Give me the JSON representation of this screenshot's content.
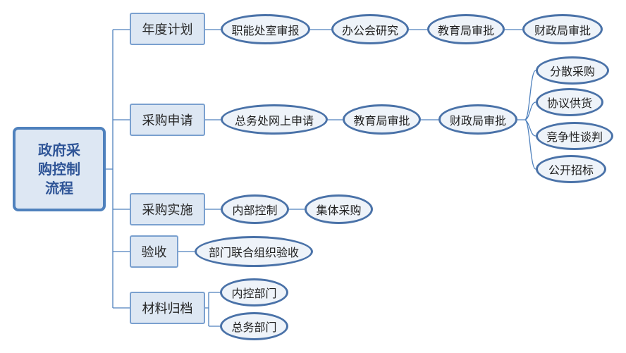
{
  "root": {
    "label": "政府采购控制流程"
  },
  "stages": {
    "annual_plan": {
      "label": "年度计划",
      "steps": [
        "职能处室审报",
        "办公会研究",
        "教育局审批",
        "财政局审批"
      ]
    },
    "application": {
      "label": "采购申请",
      "steps": [
        "总务处网上申请",
        "教育局审批",
        "财政局审批"
      ],
      "methods": [
        "分散采购",
        "协议供货",
        "竞争性谈判",
        "公开招标"
      ]
    },
    "implementation": {
      "label": "采购实施",
      "steps": [
        "内部控制",
        "集体采购"
      ]
    },
    "acceptance": {
      "label": "验收",
      "steps": [
        "部门联合组织验收"
      ]
    },
    "archiving": {
      "label": "材料归档",
      "departments": [
        "内控部门",
        "总务部门"
      ]
    }
  },
  "colors": {
    "line": "#4f81bd",
    "root_border": "#4f81bd",
    "root_fill": "#dde7f3",
    "pill_border": "#4a72a8",
    "pill_fill": "#eef3f9"
  }
}
